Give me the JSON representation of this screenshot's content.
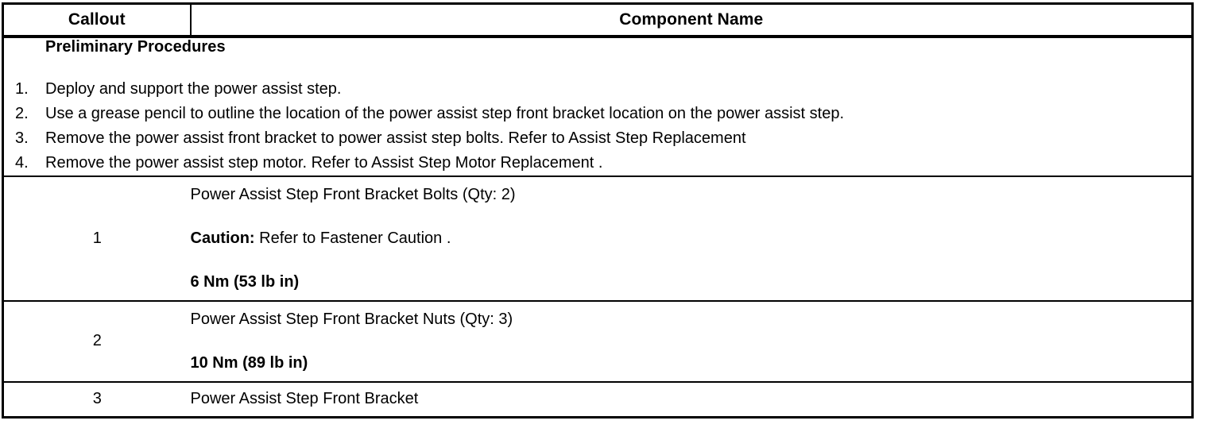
{
  "table": {
    "headers": {
      "callout": "Callout",
      "component_name": "Component Name"
    },
    "preliminary": {
      "title": "Preliminary Procedures",
      "steps": [
        {
          "num": "1.",
          "text": "Deploy and support the power assist step."
        },
        {
          "num": "2.",
          "text": "Use a grease pencil to outline the location of the power assist step front bracket location on the power assist step."
        },
        {
          "num": "3.",
          "text": "Remove the power assist front bracket to power assist step bolts. Refer to Assist Step Replacement"
        },
        {
          "num": "4.",
          "text": "Remove the power assist step motor. Refer to Assist Step Motor Replacement ."
        }
      ]
    },
    "rows": [
      {
        "callout": "1",
        "name": "Power Assist Step Front Bracket Bolts (Qty: 2)",
        "caution_label": "Caution:",
        "caution_text": "Refer to Fastener Caution .",
        "torque": "6 Nm (53 lb in)"
      },
      {
        "callout": "2",
        "name": "Power Assist Step Front Bracket Nuts (Qty: 3)",
        "torque": "10 Nm (89 lb in)"
      },
      {
        "callout": "3",
        "name": "Power Assist Step Front Bracket"
      }
    ]
  },
  "colors": {
    "border": "#000000",
    "text": "#000000",
    "background": "#ffffff"
  }
}
